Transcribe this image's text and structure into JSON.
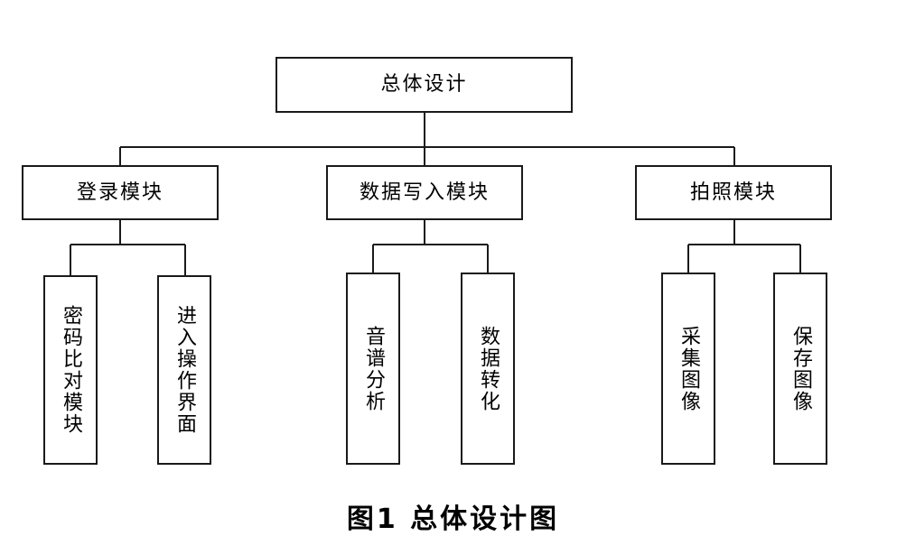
{
  "diagram": {
    "root": {
      "label": "总体设计"
    },
    "modules": [
      {
        "label": "登录模块",
        "children": [
          {
            "label": "密码比对模块"
          },
          {
            "label": "进入操作界面"
          }
        ]
      },
      {
        "label": "数据写入模块",
        "children": [
          {
            "label": "音谱分析"
          },
          {
            "label": "数据转化"
          }
        ]
      },
      {
        "label": "拍照模块",
        "children": [
          {
            "label": "采集图像"
          },
          {
            "label": "保存图像"
          }
        ]
      }
    ],
    "caption": "图1 总体设计图"
  }
}
